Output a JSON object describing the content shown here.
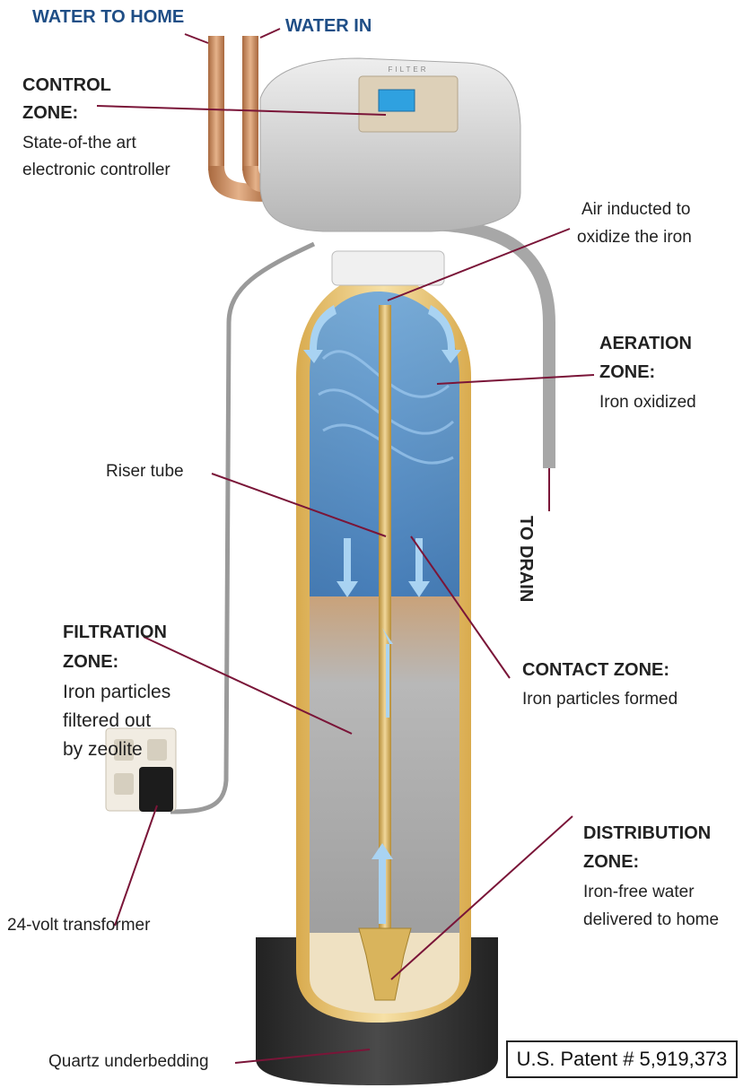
{
  "labels": {
    "water_to_home": "WATER TO HOME",
    "water_in": "WATER IN",
    "control_zone_title_1": "CONTROL",
    "control_zone_title_2": "ZONE:",
    "control_zone_desc_1": "State-of-the art",
    "control_zone_desc_2": "electronic controller",
    "air_inducted_1": "Air inducted to",
    "air_inducted_2": "oxidize the iron",
    "aeration_title_1": "AERATION",
    "aeration_title_2": "ZONE:",
    "aeration_desc": "Iron oxidized",
    "riser_tube": "Riser tube",
    "to_drain": "TO DRAIN",
    "filtration_title_1": "FILTRATION",
    "filtration_title_2": "ZONE:",
    "filtration_desc_1": "Iron particles",
    "filtration_desc_2": "filtered out",
    "filtration_desc_3": "by zeolite",
    "contact_title": "CONTACT ZONE:",
    "contact_desc": "Iron particles formed",
    "distribution_title_1": "DISTRIBUTION",
    "distribution_title_2": "ZONE:",
    "distribution_desc_1": "Iron-free water",
    "distribution_desc_2": "delivered to home",
    "transformer": "24-volt transformer",
    "quartz": "Quartz underbedding",
    "patent": "U.S. Patent # 5,919,373"
  },
  "controller_brand": "FILTER",
  "colors": {
    "leader_line": "#7a1538",
    "label_blue": "#1f4e86",
    "tank_gold": "#e8c77a",
    "water_blue": "#3a7fc8",
    "copper": "#c98b5c"
  }
}
